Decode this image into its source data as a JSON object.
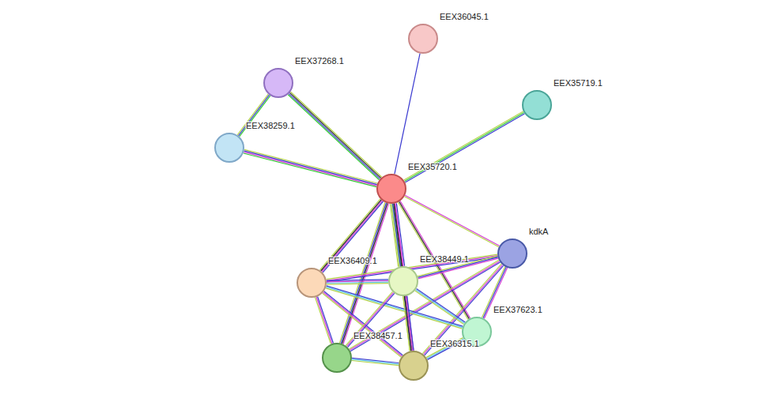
{
  "diagram": {
    "nodes": [
      {
        "text": [
          "EEX36045.1"
        ]
      },
      {
        "text": [
          "EEX37268.1"
        ]
      },
      {
        "text": [
          "EEX35719.1"
        ]
      },
      {
        "text": [
          "EEX38259.1"
        ]
      },
      {
        "text": [
          "EEX35720.1"
        ]
      },
      {
        "text": [
          "kdkA"
        ]
      },
      {
        "text": [
          "EEX36409.1"
        ]
      },
      {
        "text": [
          "EEX38449.1"
        ]
      },
      {
        "text": [
          "EEX37623.1"
        ]
      },
      {
        "text": [
          "EEX38457.1"
        ]
      },
      {
        "text": [
          "EEX36315.1"
        ]
      }
    ],
    "edges": [
      {
        "from": 4,
        "to": 0,
        "arrow": "none"
      },
      {
        "from": 4,
        "to": 1,
        "arrow": "none"
      },
      {
        "from": 4,
        "to": 3,
        "arrow": "none"
      },
      {
        "from": 1,
        "to": 3,
        "arrow": "none"
      },
      {
        "from": 4,
        "to": 2,
        "arrow": "none"
      },
      {
        "from": 4,
        "to": 5,
        "arrow": "none"
      },
      {
        "from": 4,
        "to": 6,
        "arrow": "none"
      },
      {
        "from": 4,
        "to": 7,
        "arrow": "none"
      },
      {
        "from": 4,
        "to": 8,
        "arrow": "none"
      },
      {
        "from": 4,
        "to": 9,
        "arrow": "none"
      },
      {
        "from": 4,
        "to": 10,
        "arrow": "none"
      },
      {
        "from": 5,
        "to": 6,
        "arrow": "none"
      },
      {
        "from": 5,
        "to": 7,
        "arrow": "none"
      },
      {
        "from": 5,
        "to": 8,
        "arrow": "none"
      },
      {
        "from": 5,
        "to": 9,
        "arrow": "none"
      },
      {
        "from": 5,
        "to": 10,
        "arrow": "none"
      },
      {
        "from": 6,
        "to": 7,
        "arrow": "none"
      },
      {
        "from": 6,
        "to": 8,
        "arrow": "none"
      },
      {
        "from": 6,
        "to": 9,
        "arrow": "none"
      },
      {
        "from": 6,
        "to": 10,
        "arrow": "none"
      },
      {
        "from": 7,
        "to": 8,
        "arrow": "none"
      },
      {
        "from": 7,
        "to": 9,
        "arrow": "none"
      },
      {
        "from": 7,
        "to": 10,
        "arrow": "none"
      },
      {
        "from": 8,
        "to": 10,
        "arrow": "none"
      },
      {
        "from": 9,
        "to": 10,
        "arrow": "none"
      }
    ]
  }
}
